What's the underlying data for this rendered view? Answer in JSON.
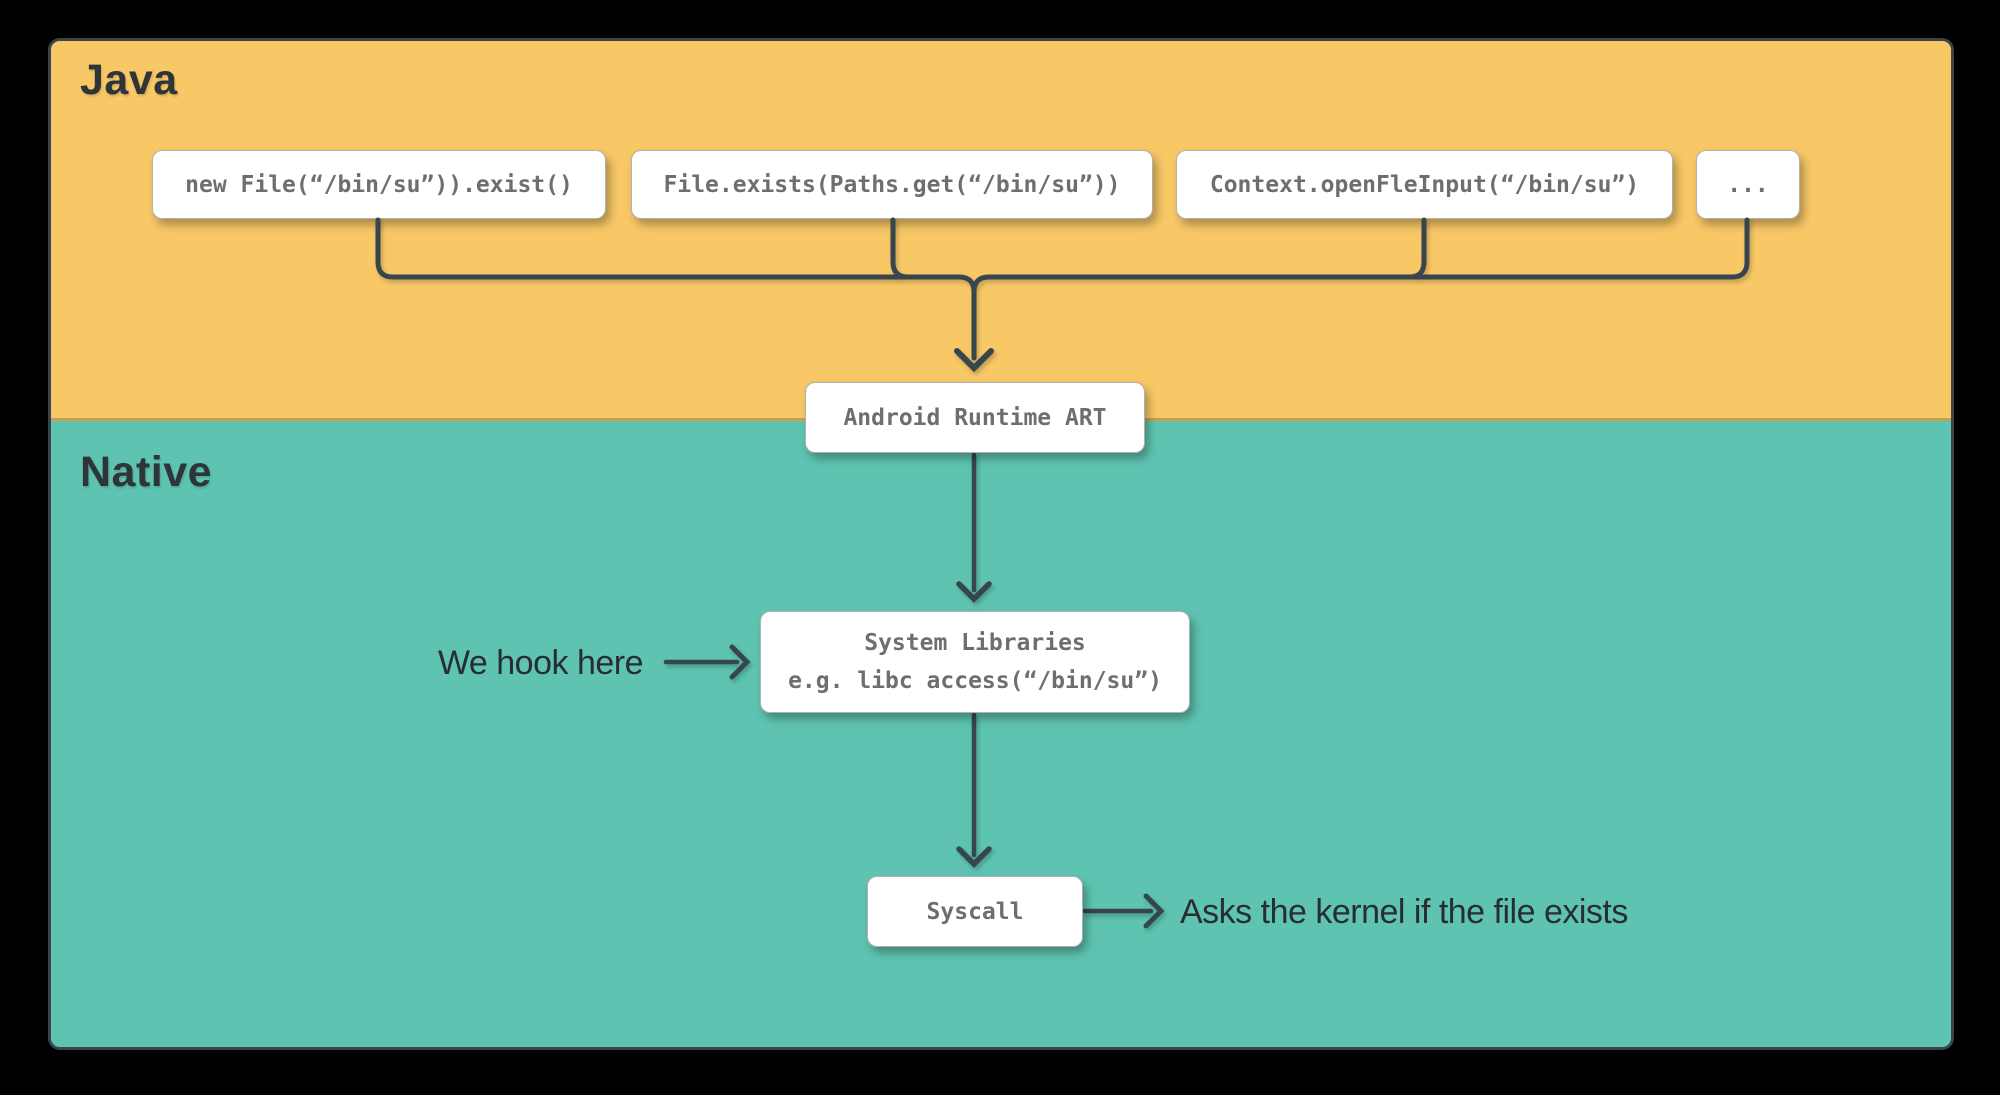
{
  "sections": {
    "java": {
      "label": "Java",
      "color": "#F8C866"
    },
    "native": {
      "label": "Native",
      "color": "#5EC4B1"
    }
  },
  "java_calls": [
    {
      "label": "new File(“/bin/su”)).exist()"
    },
    {
      "label": "File.exists(Paths.get(“/bin/su”))"
    },
    {
      "label": "Context.openFleInput(“/bin/su”)"
    },
    {
      "label": "..."
    }
  ],
  "nodes": {
    "art": {
      "label": "Android Runtime ART"
    },
    "syslib": {
      "line1": "System Libraries",
      "line2": "e.g. libc access(“/bin/su”)"
    },
    "syscall": {
      "label": "Syscall"
    }
  },
  "annotations": {
    "hook_label": "We hook here",
    "kernel_label": "Asks the kernel if the file exists"
  },
  "colors": {
    "background": "#000000",
    "java_bg": "#F8C866",
    "native_bg": "#5EC4B1",
    "edge": "#37454F",
    "heading_text": "#2F3439",
    "box_text": "#6E6E6E",
    "box_bg": "#FFFFFF"
  }
}
